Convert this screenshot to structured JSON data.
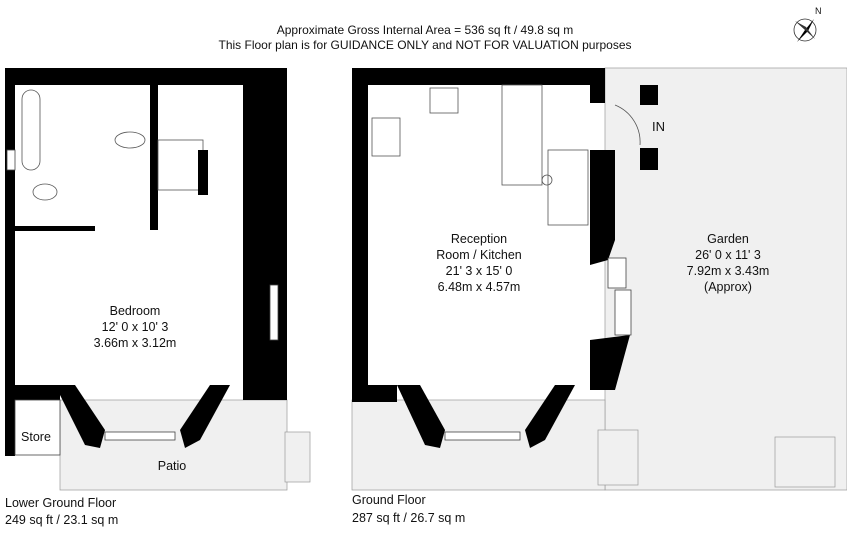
{
  "header": {
    "area": "Approximate Gross Internal Area = 536 sq ft / 49.8 sq m",
    "disclaimer": "This Floor plan is for GUIDANCE ONLY and NOT FOR VALUATION purposes",
    "compass_label": "N"
  },
  "lower_ground": {
    "floor_name": "Lower Ground Floor",
    "floor_area": "249 sq ft / 23.1 sq m",
    "rooms": [
      {
        "name": "Bedroom",
        "imperial": "12' 0 x 10' 3",
        "metric": "3.66m x 3.12m"
      },
      {
        "name": "Store"
      },
      {
        "name": "Patio"
      }
    ]
  },
  "ground": {
    "floor_name": "Ground Floor",
    "floor_area": "287 sq ft / 26.7 sq m",
    "entrance_label": "IN",
    "rooms": [
      {
        "name_line1": "Reception",
        "name_line2": "Room / Kitchen",
        "imperial": "21' 3 x 15' 0",
        "metric": "6.48m x 4.57m"
      },
      {
        "name": "Garden",
        "imperial": "26' 0 x 11' 3",
        "metric": "7.92m x 3.43m",
        "note": "(Approx)"
      }
    ]
  }
}
